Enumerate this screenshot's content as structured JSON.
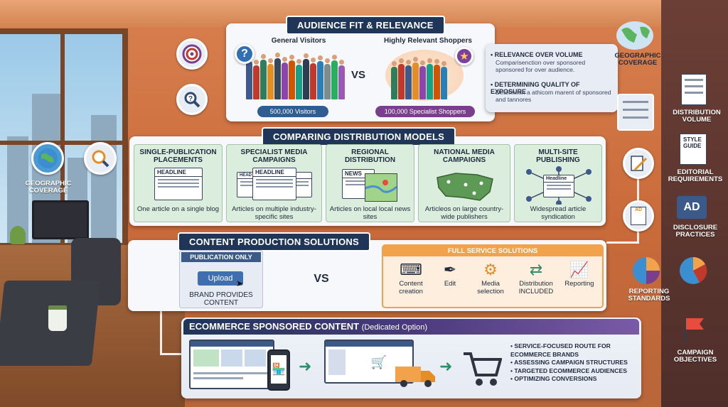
{
  "audience": {
    "title": "AUDIENCE FIT & RELEVANCE",
    "general_label": "General Visitors",
    "general_count": "500,000 Visitors",
    "vs": "VS",
    "relevant_label": "Highly Relevant Shoppers",
    "relevant_count": "100,000 Specialist Shoppers",
    "note1_title": "• RELEVANCE OVER VOLUME",
    "note1_text": "Comparisenction over sponsored sponsored for over audience.",
    "note2_title": "• DETERMINING QUALITY OF EXPOSURE",
    "note2_text": "Determinin a athicom marent of sponsored and tannores"
  },
  "distribution": {
    "title": "COMPARING DISTRIBUTION MODELS",
    "cards": [
      {
        "title": "SINGLE-PUBLICATION PLACEMENTS",
        "headline": "HEADLINE",
        "desc": "One article on a single blog"
      },
      {
        "title": "SPECIALIST MEDIA CAMPAIGNS",
        "headline": "HEADLINE",
        "desc": "Articles on multiple industry-specific sites"
      },
      {
        "title": "REGIONAL DISTRIBUTION",
        "headline": "NEWS",
        "desc": "Articles on local local news sites"
      },
      {
        "title": "NATIONAL MEDIA CAMPAIGNS",
        "headline": "",
        "desc": "Articleos on large country-wide publishers"
      },
      {
        "title": "MULTI-SITE PUBLISHING",
        "headline": "Headline",
        "desc": "Widespread article syndication"
      }
    ]
  },
  "production": {
    "title": "CONTENT PRODUCTION SOLUTIONS",
    "pub_only": "PUBLICATION ONLY",
    "upload": "Upload",
    "brand_provides": "BRAND PROVIDES CONTENT",
    "vs": "VS",
    "full_service": "FULL SERVICE SOLUTIONS",
    "tools": [
      "Content creation",
      "Edit",
      "Media selection",
      "Distribution INCLUDED",
      "Reporting"
    ]
  },
  "ecommerce": {
    "title": "ECOMMERCE SPONSORED CONTENT",
    "subtitle": "(Dedicated Option)",
    "bullets": [
      "SERVICE-FOCUSED ROUTE FOR ECOMMERCE BRANDS",
      "ASSESSING CAMPAIGN STRUCTURES",
      "TARGETED ECOMMERCE AUDIENCES",
      "OPTIMIZING CONVERSIONS"
    ]
  },
  "side_labels": {
    "geo_right": "GEOGRAPHIC COVERAGE",
    "geo_left": "GEOGRAPHIC COVERAGE",
    "distribution_volume": "DISTRIBUTION VOLUME",
    "style_guide": "STYLE GUIDE",
    "editorial": "EDITORIAL REQUIREMENTS",
    "ad": "AD",
    "disclosure": "DISCLOSURE PRACTICES",
    "reporting": "REPORTING STANDARDS",
    "objectives": "CAMPAIGN OBJECTIVES",
    "ad_small": "AD"
  },
  "colors": {
    "navy": "#1f3658",
    "green_card": "#dbeede",
    "orange": "#f1a24a",
    "purple": "#6a4c93"
  }
}
